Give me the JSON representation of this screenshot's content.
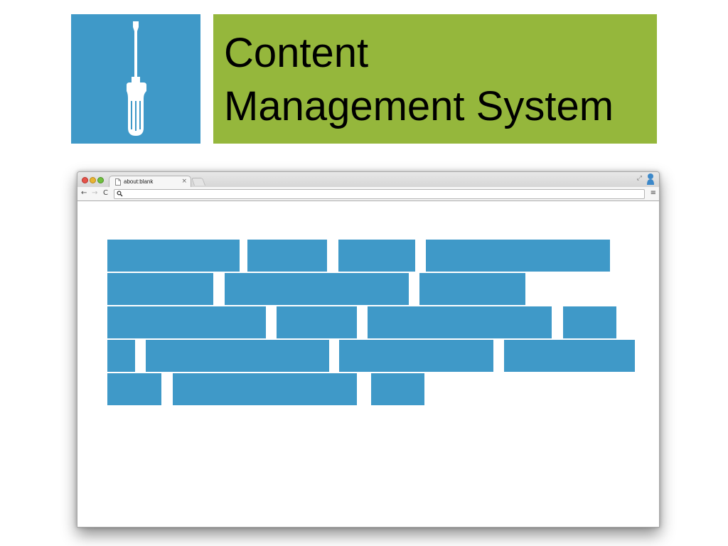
{
  "slide": {
    "title_line1": "Content",
    "title_line2": "Management System",
    "icon": "screwdriver-icon",
    "colors": {
      "icon_tile": "#3f99c8",
      "banner": "#95b73c",
      "blocks": "#3f99c8"
    }
  },
  "browser": {
    "tab": {
      "title": "about:blank",
      "close_glyph": "×",
      "icon": "document-icon"
    },
    "window_controls": [
      "close-icon",
      "minimize-icon",
      "zoom-icon"
    ],
    "toolbar": {
      "back_glyph": "←",
      "forward_glyph": "→",
      "reload_glyph": "C",
      "menu_glyph": "≡",
      "address_value": ""
    },
    "fullscreen_glyph": "⤢",
    "profile_icon": "person-icon"
  }
}
